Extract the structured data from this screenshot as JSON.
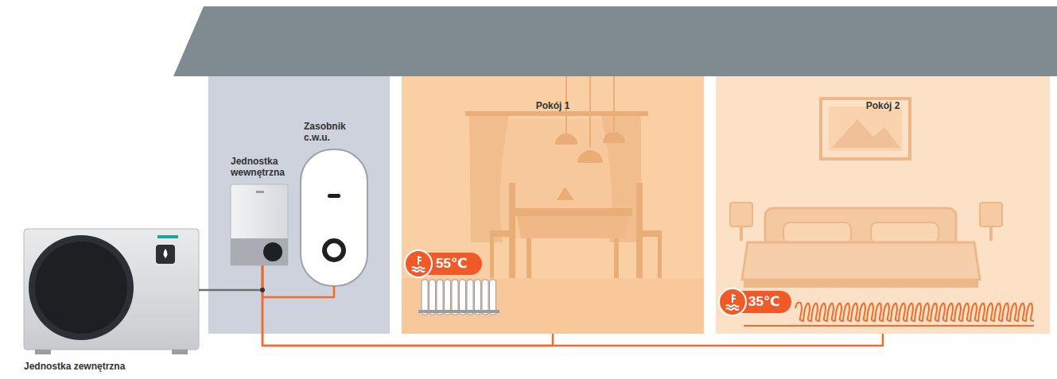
{
  "diagram": {
    "nodes": [
      {
        "text": [
          "Jednostka zewnętrzna"
        ]
      },
      {
        "text": [
          "Jednostka wewnętrzna"
        ]
      },
      {
        "text": [
          "Zasobnik c.w.u."
        ]
      },
      {
        "text": [
          "Pokój 1"
        ]
      },
      {
        "text": [
          "Pokój 2"
        ]
      }
    ],
    "edges": [
      {
        "from": 0,
        "to": 1,
        "arrow": "none"
      },
      {
        "from": 1,
        "to": 2,
        "arrow": "none"
      },
      {
        "from": 1,
        "to": 3,
        "arrow": "none"
      },
      {
        "from": 1,
        "to": 4,
        "arrow": "none"
      }
    ],
    "labels": [
      "55℃",
      "35℃"
    ]
  }
}
